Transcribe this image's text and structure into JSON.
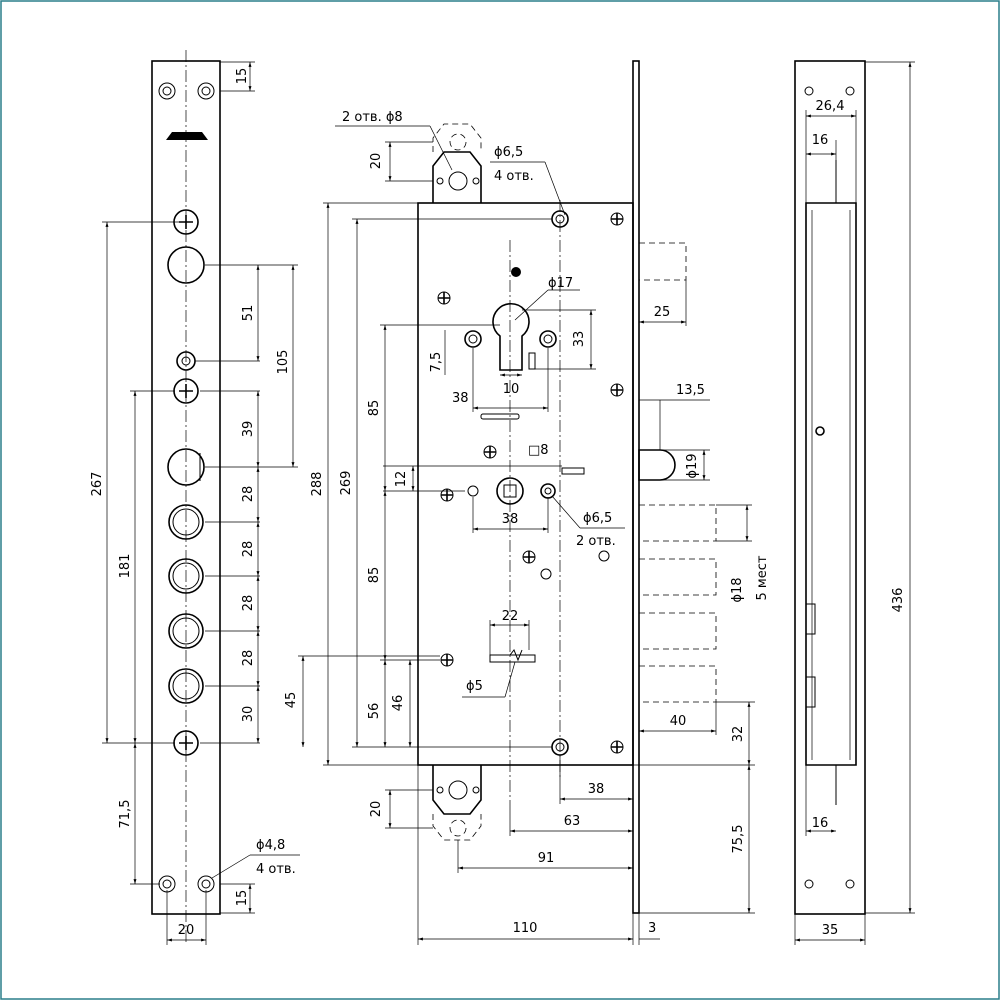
{
  "colors": {
    "stroke": "#000000",
    "background": "#ffffff",
    "frame": "#2a7e8a"
  },
  "left_view": {
    "dims": {
      "top_15": "15",
      "d51": "51",
      "d105": "105",
      "d39": "39",
      "d28a": "28",
      "d28b": "28",
      "d28c": "28",
      "d28d": "28",
      "d30": "30",
      "d267": "267",
      "d181": "181",
      "d45": "45",
      "d71_5": "71,5",
      "bottom_15": "15",
      "width_20": "20",
      "hole_d": "ϕ4,8",
      "hole_n": "4 отв."
    }
  },
  "center_view": {
    "dims": {
      "holes8": "2 отв. ϕ8",
      "d20_top": "20",
      "d6_5": "ϕ6,5",
      "n4": "4 отв.",
      "d17": "ϕ17",
      "d25": "25",
      "d33": "33",
      "d7_5": "7,5",
      "d10": "10",
      "d38_cyl": "38",
      "d13_5": "13,5",
      "sq8": "□8",
      "d19": "ϕ19",
      "d12": "12",
      "d38_sp": "38",
      "d6_5b": "ϕ6,5",
      "n2": "2 отв.",
      "d18": "ϕ18",
      "places5": "5 мест",
      "d22": "22",
      "d5": "ϕ5",
      "d40": "40",
      "d32": "32",
      "d288": "288",
      "d269": "269",
      "d85a": "85",
      "d85b": "85",
      "d56": "56",
      "d46": "46",
      "d38_bot": "38",
      "d63": "63",
      "d20_bot": "20",
      "d91": "91",
      "d75_5": "75,5",
      "d110": "110",
      "d3": "3"
    }
  },
  "right_view": {
    "dims": {
      "d26_4": "26,4",
      "d16_top": "16",
      "d16_bot": "16",
      "d436": "436",
      "d35": "35"
    }
  }
}
